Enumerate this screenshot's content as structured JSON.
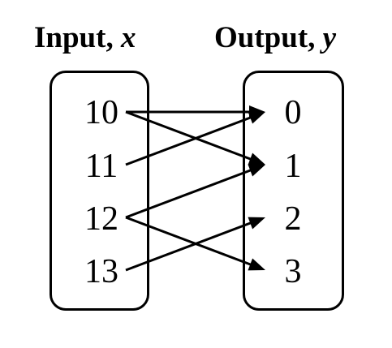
{
  "headers": {
    "input_word": "Input,",
    "input_var": "x",
    "output_word": "Output,",
    "output_var": "y"
  },
  "inputs": [
    "10",
    "11",
    "12",
    "13"
  ],
  "outputs": [
    "0",
    "1",
    "2",
    "3"
  ],
  "mapping": [
    {
      "from": "10",
      "to": "0"
    },
    {
      "from": "10",
      "to": "1"
    },
    {
      "from": "11",
      "to": "0"
    },
    {
      "from": "12",
      "to": "1"
    },
    {
      "from": "12",
      "to": "3"
    },
    {
      "from": "13",
      "to": "2"
    }
  ]
}
